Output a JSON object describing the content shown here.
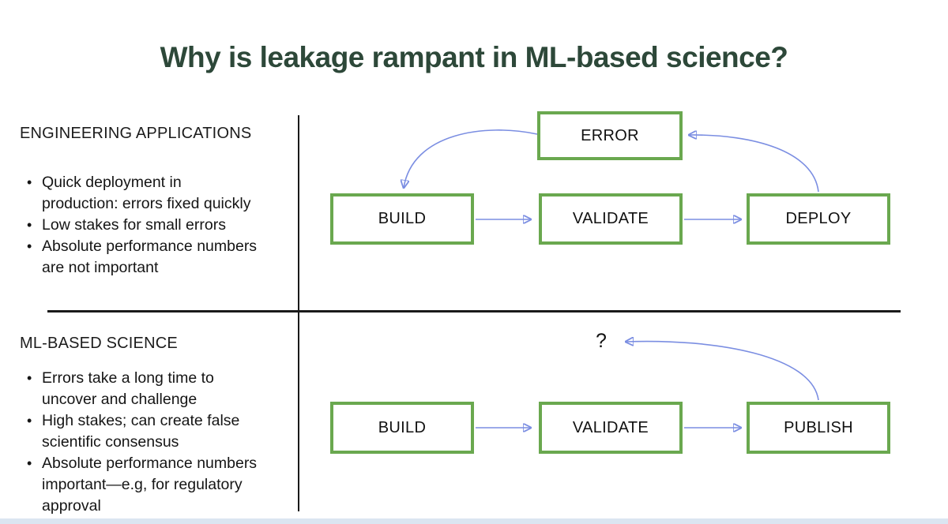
{
  "title": "Why is leakage rampant in ML-based science?",
  "colors": {
    "title_text": "#2d4839",
    "box_border": "#6aa84f",
    "arrow": "#7b8ee2",
    "divider": "#1a1a1a",
    "bottom_strip": "#dbe5f1"
  },
  "sections": [
    {
      "heading": "ENGINEERING APPLICATIONS",
      "bullets": [
        "Quick deployment in production: errors fixed quickly",
        "Low stakes for small errors",
        "Absolute performance numbers are not important"
      ],
      "flow": {
        "error_box": "ERROR",
        "boxes": [
          "BUILD",
          "VALIDATE",
          "DEPLOY"
        ]
      }
    },
    {
      "heading": "ML-BASED SCIENCE",
      "bullets": [
        "Errors take a long time to uncover and challenge",
        "High stakes; can create false scientific consensus",
        "Absolute performance numbers important—e.g, for regulatory approval"
      ],
      "flow": {
        "question_label": "?",
        "boxes": [
          "BUILD",
          "VALIDATE",
          "PUBLISH"
        ]
      }
    }
  ]
}
